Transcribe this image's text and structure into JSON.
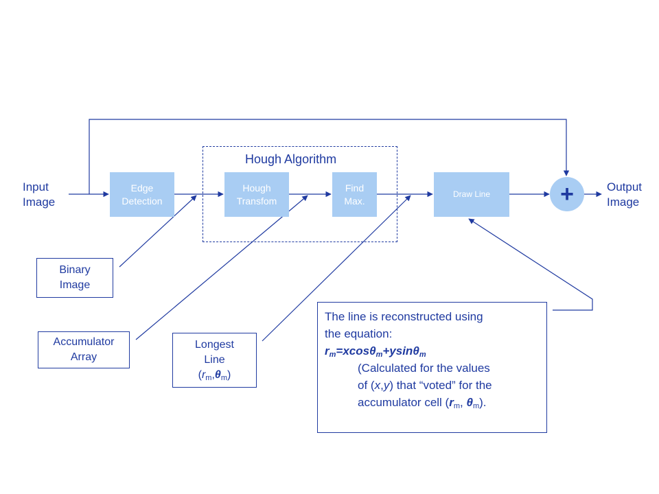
{
  "input_label": [
    "Input",
    "Image"
  ],
  "output_label": [
    "Output",
    "Image"
  ],
  "group_title": "Hough Algorithm",
  "blocks": {
    "edge_detection": "Edge\nDetection",
    "hough_transform": "Hough\nTransfom",
    "find_max": "Find\nMax.",
    "draw_line": "Draw Line"
  },
  "sum_symbol": "+",
  "labels": {
    "binary_image": [
      "Binary",
      "Image"
    ],
    "accumulator_array": [
      "Accumulator",
      "Array"
    ],
    "longest_line": [
      "Longest",
      "Line"
    ]
  },
  "note": {
    "line1": "The line is reconstructed using",
    "line2": "the equation:",
    "calc_open": "(Calculated for the values",
    "of_text": "of",
    "voted_text": "that “voted” for the",
    "cell_text": "accumulator cell",
    "x": "x",
    "y": "y"
  },
  "symbols": {
    "r": "r",
    "theta": "θ",
    "m": "m",
    "eq": "=",
    "xcos": "xcos",
    "plus": "+",
    "ysin": "ysin"
  },
  "colors": {
    "line": "#1f3aa0",
    "block": "#a9cdf3",
    "block_text": "#ffffff"
  }
}
